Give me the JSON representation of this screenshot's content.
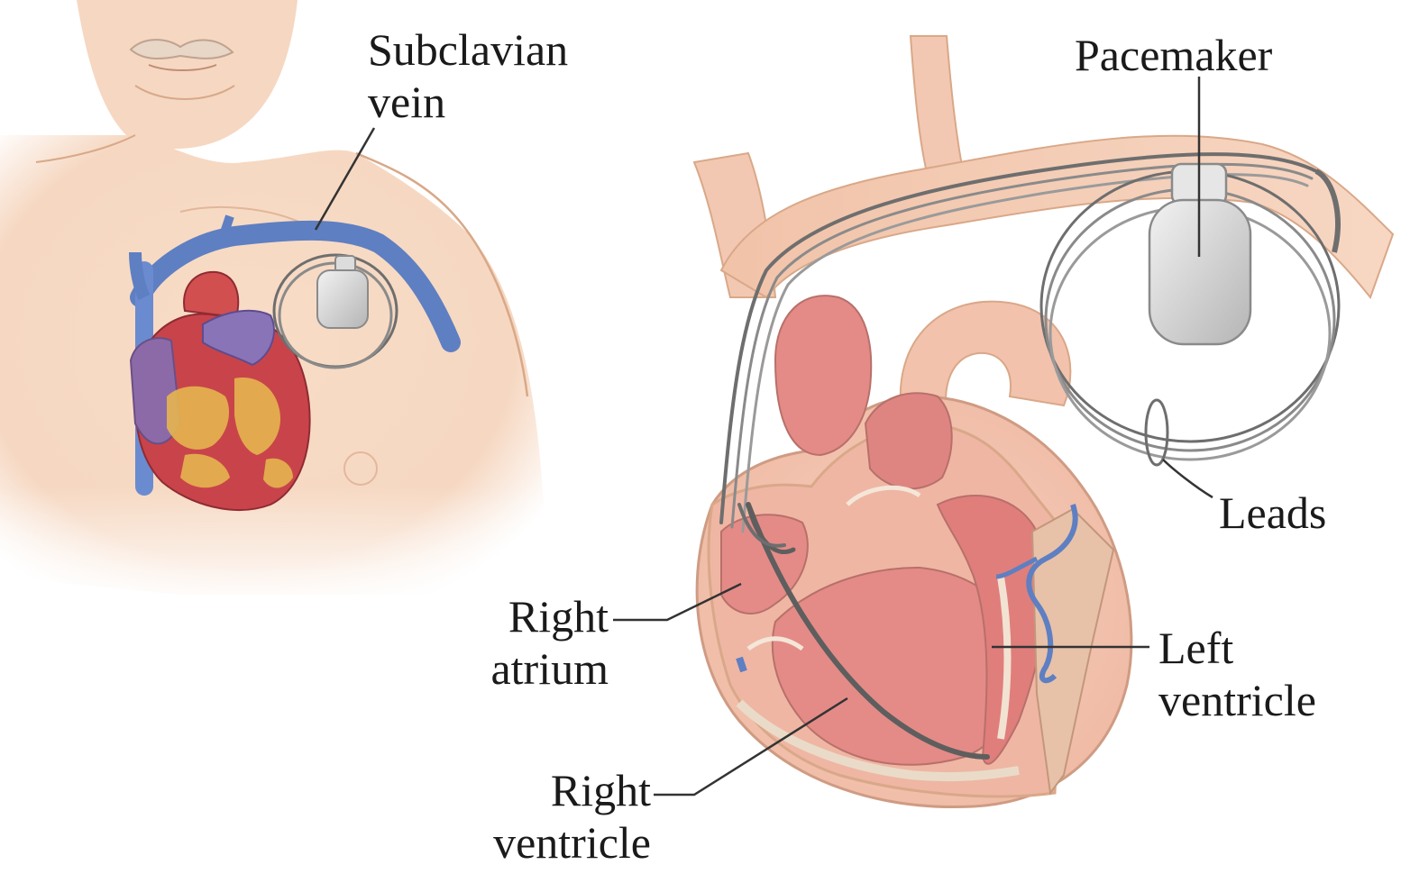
{
  "labels": {
    "subclavian_vein": [
      "Subclavian",
      "vein"
    ],
    "pacemaker": "Pacemaker",
    "leads": "Leads",
    "right_atrium": [
      "Right",
      "atrium"
    ],
    "left_ventricle": [
      "Left",
      "ventricle"
    ],
    "right_ventricle": [
      "Right",
      "ventricle"
    ]
  },
  "colors": {
    "skin": "#f6d6bf",
    "skin_outline": "#d9a888",
    "vein_blue": "#5e7fc2",
    "heart_red": "#c8444a",
    "heart_pink": "#e9a39b",
    "heart_inner": "#e48b87",
    "fat_yellow": "#e6b54f",
    "device_gray": "#c9c9c9",
    "lead_gray": "#6e6e6e",
    "text": "#1a1a1a"
  }
}
